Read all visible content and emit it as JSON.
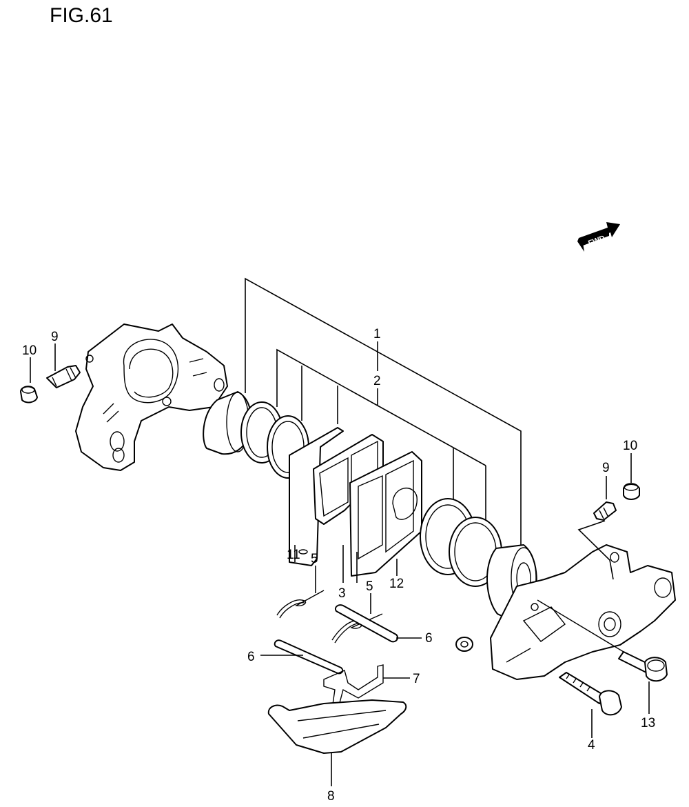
{
  "figure": {
    "title": "FIG.61"
  },
  "fwd_indicator": {
    "label": "FWD",
    "icon": "fwd-arrow-icon"
  },
  "callouts": [
    {
      "id": "c1",
      "label": "1"
    },
    {
      "id": "c2",
      "label": "2"
    },
    {
      "id": "c3",
      "label": "3"
    },
    {
      "id": "c4",
      "label": "4"
    },
    {
      "id": "c5a",
      "label": "5"
    },
    {
      "id": "c5b",
      "label": "5"
    },
    {
      "id": "c6a",
      "label": "6"
    },
    {
      "id": "c6b",
      "label": "6"
    },
    {
      "id": "c7",
      "label": "7"
    },
    {
      "id": "c8",
      "label": "8"
    },
    {
      "id": "c9a",
      "label": "9"
    },
    {
      "id": "c9b",
      "label": "9"
    },
    {
      "id": "c10a",
      "label": "10"
    },
    {
      "id": "c10b",
      "label": "10"
    },
    {
      "id": "c11",
      "label": "11"
    },
    {
      "id": "c12",
      "label": "12"
    },
    {
      "id": "c13",
      "label": "13"
    }
  ],
  "colors": {
    "line": "#000000",
    "background": "#ffffff"
  }
}
